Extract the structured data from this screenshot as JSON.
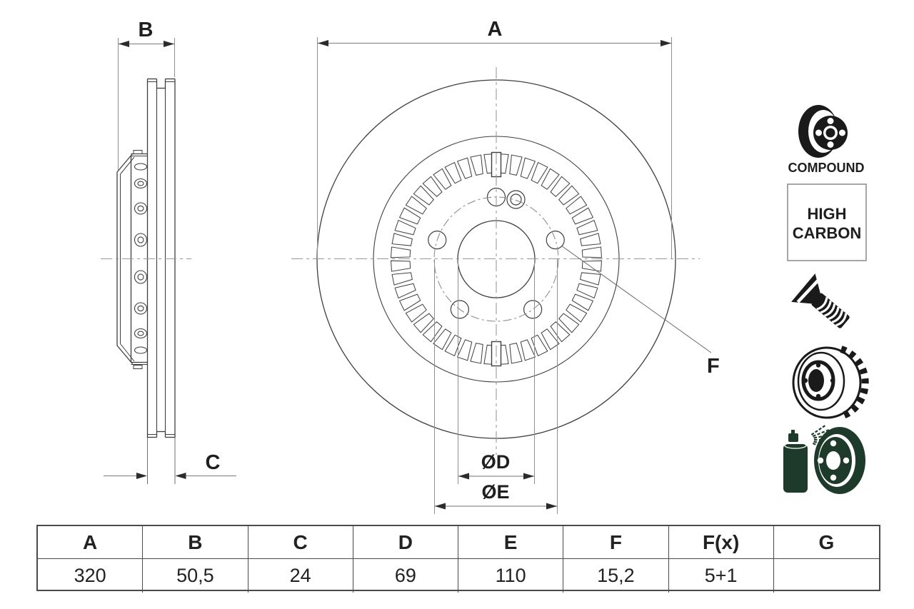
{
  "drawing": {
    "dimension_labels": {
      "a": "A",
      "b": "B",
      "c": "C",
      "d": "ØD",
      "e": "ØE",
      "f": "F"
    },
    "front_view": {
      "tooth_count": 48,
      "bolt_hole_count": 5,
      "extra_pin_hole_count": 1
    }
  },
  "badges": {
    "compound": "COMPOUND",
    "high_carbon_line1": "HIGH",
    "high_carbon_line2": "CARBON"
  },
  "icons": {
    "compound_disc": "compound-disc-icon",
    "countersunk_screw": "countersunk-screw-icon",
    "vented_disc": "vented-disc-icon",
    "coating_spray": "coating-spray-icon"
  },
  "table": {
    "headers": [
      "A",
      "B",
      "C",
      "D",
      "E",
      "F",
      "F(x)",
      "G"
    ],
    "values": [
      "320",
      "50,5",
      "24",
      "69",
      "110",
      "15,2",
      "5+1",
      ""
    ]
  },
  "colors": {
    "line_dark": "#3f3f3f",
    "line_gray": "#8f8f8f",
    "text": "#1f1f1f",
    "coating_green": "#1e3a2b"
  }
}
